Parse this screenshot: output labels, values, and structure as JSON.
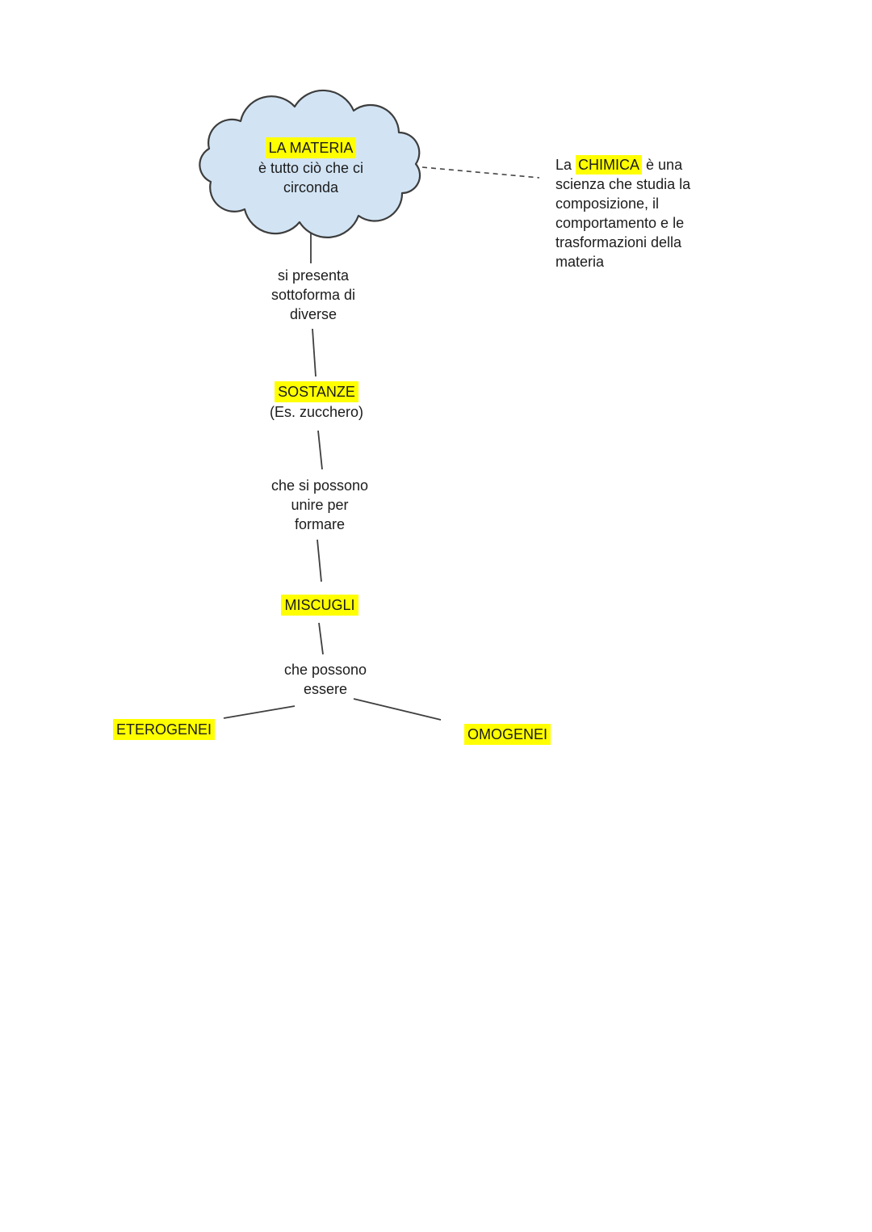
{
  "colors": {
    "highlight": "#ffff00",
    "cloud_fill": "#d2e4f4",
    "cloud_stroke": "#3d3d3d",
    "line": "#3f3f3f",
    "text": "#1c1c1c",
    "background": "#ffffff"
  },
  "concept_map": {
    "root_cloud": {
      "title": "LA MATERIA",
      "description": "è tutto ciò che ci circonda"
    },
    "side_note": {
      "prefix": "La ",
      "highlighted_term": "CHIMICA",
      "suffix": " è una scienza che studia la composizione, il comportamento e le trasformazioni della materia"
    },
    "edges": {
      "materia_to_sostanze": "si presenta sottoforma di diverse",
      "sostanze_to_miscugli": "che si possono unire per formare",
      "miscugli_to_types": "che possono essere"
    },
    "nodes": {
      "sostanze": {
        "label": "SOSTANZE",
        "example": "(Es. zucchero)"
      },
      "miscugli": {
        "label": "MISCUGLI"
      },
      "eterogenei": {
        "label": "ETEROGENEI"
      },
      "omogenei": {
        "label": "OMOGENEI"
      }
    }
  }
}
